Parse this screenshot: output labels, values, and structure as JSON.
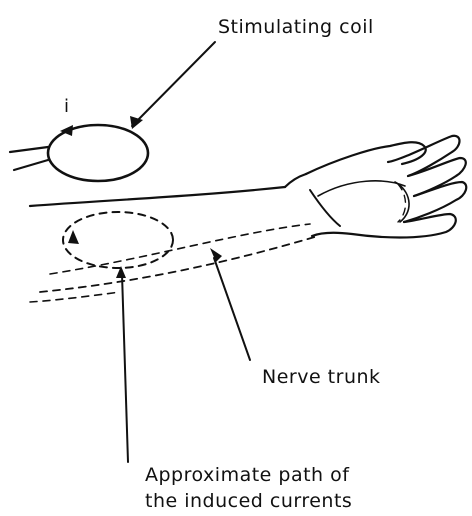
{
  "labels": {
    "coil": "Stimulating coil",
    "current_symbol": "i",
    "nerve": "Nerve trunk",
    "path_line1": "Approximate path of",
    "path_line2": "the induced currents"
  }
}
